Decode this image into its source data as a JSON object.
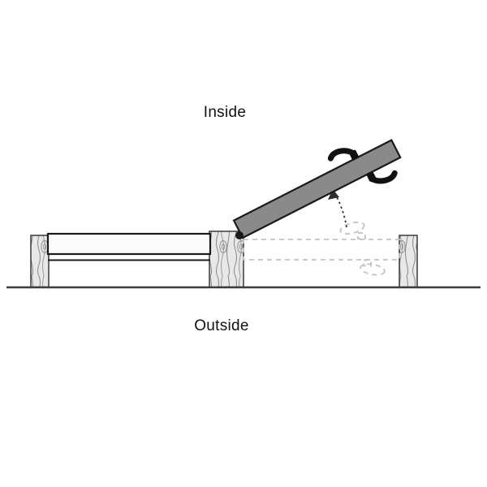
{
  "labels": {
    "inside": "Inside",
    "outside": "Outside"
  },
  "colors": {
    "label_text": "#111111",
    "outline": "#1a1a1a",
    "open_sash_fill": "#8a8a8a",
    "closed_sash_fill": "#fbfbfb",
    "ghost_outline": "#c2c2c2",
    "wood_fill": "#e8e8e8",
    "wood_grain": "#8f8f8f",
    "ground_line": "#3d3d3d",
    "hardware": "#111111"
  },
  "icons": {
    "top_handle": "window-latch-handle-icon",
    "bottom_handle": "window-latch-handle-icon",
    "swing_arrow": "rotation-arrow-icon",
    "pivot": "hinge-pivot-dot"
  }
}
